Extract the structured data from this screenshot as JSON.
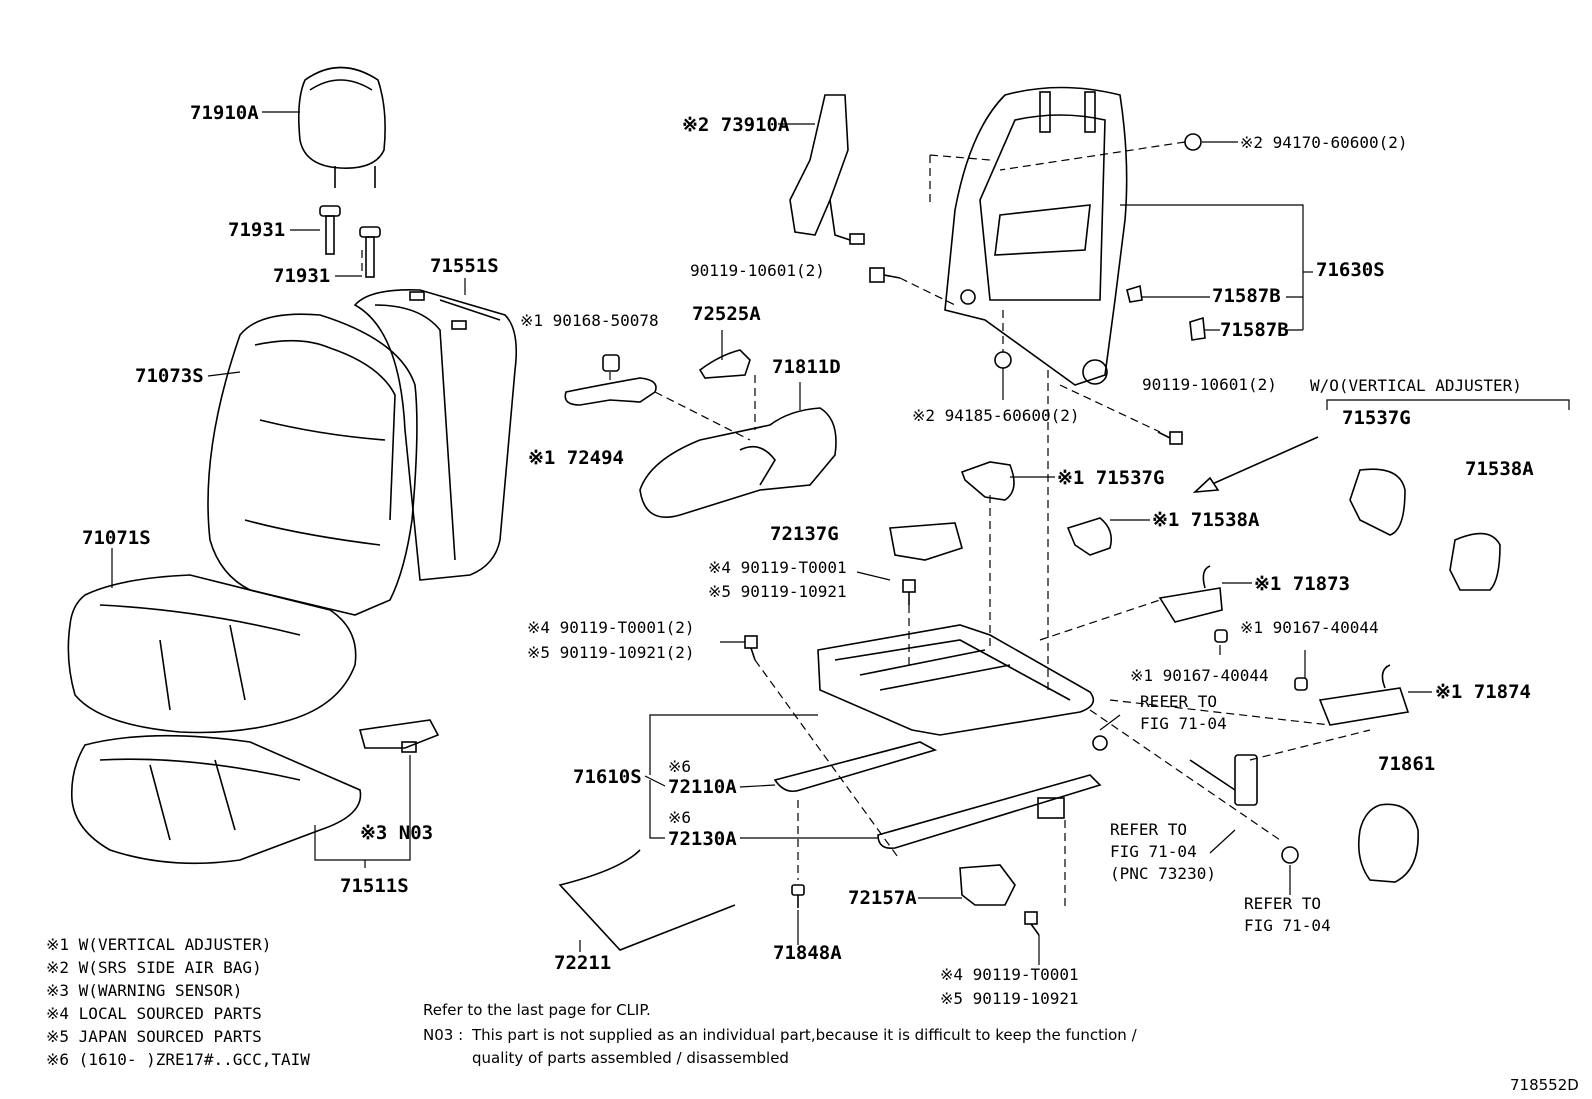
{
  "diagram_id": "718552D",
  "labels": {
    "l71910A": "71910A",
    "l71931a": "71931",
    "l71931b": "71931",
    "l71551S": "71551S",
    "l71073S": "71073S",
    "l71071S": "71071S",
    "l71511S": "71511S",
    "lN03": "※3 N03",
    "l73910A": "※2 73910A",
    "l90168": "※1 90168-50078",
    "l72525A": "72525A",
    "l71811D": "71811D",
    "l72494": "※1 72494",
    "l90119a": "90119-10601(2)",
    "l94170": "※2 94170-60600(2)",
    "l71630S": "71630S",
    "l71587B1": "71587B",
    "l71587B2": "71587B",
    "l94185": "※2 94185-60600(2)",
    "l90119b": "90119-10601(2)",
    "lwo": "W/O(VERTICAL ADJUSTER)",
    "l71537G_wo": "71537G",
    "l71538A_wo": "71538A",
    "l71537G": "※1 71537G",
    "l71538A": "※1 71538A",
    "l72137G": "72137G",
    "l90119T1": "※4 90119-T0001",
    "l90119_10921a": "※5 90119-10921",
    "l71873": "※1 71873",
    "l90167a": "※1 90167-40044",
    "l90167b": "※1 90167-40044",
    "l71874": "※1 71874",
    "l90119T2": "※4 90119-T0001(2)",
    "l90119_10921b": "※5 90119-10921(2)",
    "lrefer1a": "REFER TO",
    "lrefer1b": "FIG 71-04",
    "l71610S": "71610S",
    "l72110A_n": "※6",
    "l72110A": "72110A",
    "l72130A_n": "※6",
    "l72130A": "72130A",
    "l71861": "71861",
    "lrefer2a": "REFER TO",
    "lrefer2b": "FIG 71-04",
    "lrefer2c": "(PNC 73230)",
    "lrefer3a": "REFER TO",
    "lrefer3b": "FIG 71-04",
    "l72157A": "72157A",
    "l72211": "72211",
    "l71848A": "71848A",
    "l90119T3": "※4 90119-T0001",
    "l90119_10921c": "※5 90119-10921"
  },
  "legend": [
    "※1 W(VERTICAL ADJUSTER)",
    "※2 W(SRS SIDE AIR BAG)",
    "※3 W(WARNING SENSOR)",
    "※4 LOCAL SOURCED PARTS",
    "※5 JAPAN SOURCED PARTS",
    "※6 (1610-      )ZRE17#..GCC,TAIW"
  ],
  "notes": {
    "clip": "Refer to the last page for CLIP.",
    "n03_key": "N03 :",
    "n03_line1": "This part is not supplied as an individual part,because it is difficult to keep the function /",
    "n03_line2": "quality of parts assembled / disassembled"
  }
}
